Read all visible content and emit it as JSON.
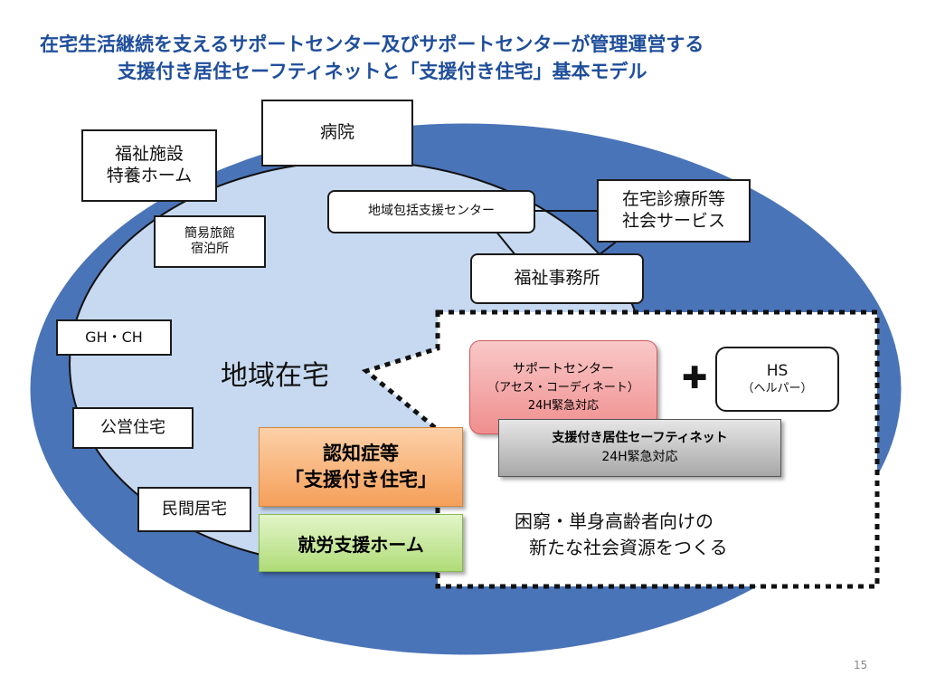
{
  "title": {
    "line1": "在宅生活継続を支えるサポートセンター及びサポートセンターが管理運営する",
    "line2": "支援付き居住セーフティネットと「支援付き住宅」基本モデル"
  },
  "nodes": {
    "hospital": "病院",
    "welfare_facility_1": "福祉施設",
    "welfare_facility_2": "特養ホーム",
    "simple_inn_1": "簡易旅館",
    "simple_inn_2": "宿泊所",
    "regional_support_center": "地域包括支援センター",
    "home_clinic_1": "在宅診療所等",
    "home_clinic_2": "社会サービス",
    "welfare_office": "福祉事務所",
    "gh_ch": "GH・CH",
    "public_housing": "公営住宅",
    "private_housing": "民間居宅",
    "community_home": "地域在宅"
  },
  "support_center": {
    "line1": "サポートセンター",
    "line2": "（アセス・コーディネート）",
    "line3": "24H緊急対応"
  },
  "plus_symbol": "✚",
  "helper": {
    "line1": "HS",
    "line2": "（ヘルパー）"
  },
  "safety_net": {
    "line1": "支援付き居住セーフティネット",
    "line2": "24H緊急対応"
  },
  "dementia": {
    "line1": "認知症等",
    "line2": "「支援付き住宅」"
  },
  "employment_home": "就労支援ホーム",
  "resource_text": {
    "line1": "困窮・単身高齢者向けの",
    "line2": "新たな社会資源をつくる"
  },
  "page_number": "15",
  "colors": {
    "title": "#1f4e9b",
    "outer_ellipse": "#4a74b8",
    "inner_ellipse": "#c6d9f0",
    "support_center_fill": "#f4a6a6",
    "safety_net_fill": "#bfbfbf",
    "dementia_fill": "#f7a863",
    "employment_fill": "#b5e07e"
  }
}
